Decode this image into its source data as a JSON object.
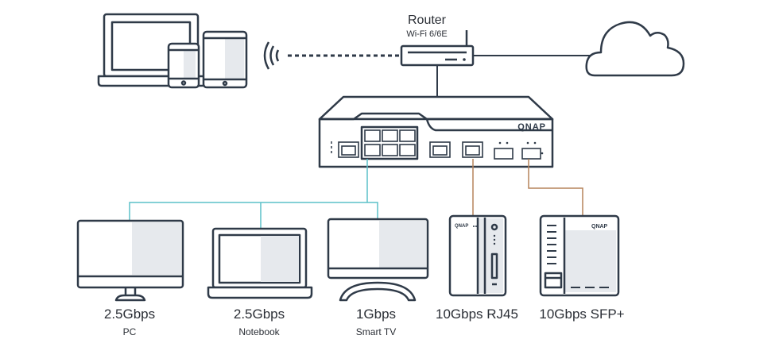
{
  "router": {
    "title": "Router",
    "subtitle": "Wi-Fi 6/6E"
  },
  "switch": {
    "brand": "QNAP"
  },
  "nas": {
    "brand": "QNAP"
  },
  "devices": [
    {
      "speed": "2.5Gbps",
      "name": "PC"
    },
    {
      "speed": "2.5Gbps",
      "name": "Notebook"
    },
    {
      "speed": "1Gbps",
      "name": "Smart TV"
    },
    {
      "speed": "10Gbps RJ45",
      "name": ""
    },
    {
      "speed": "10Gbps SFP+",
      "name": ""
    }
  ],
  "colors": {
    "outline": "#2f3a48",
    "fill": "#e6e9ed",
    "copper_link_2_5g": "#5bc0c8",
    "link_10g": "#b5835a"
  }
}
